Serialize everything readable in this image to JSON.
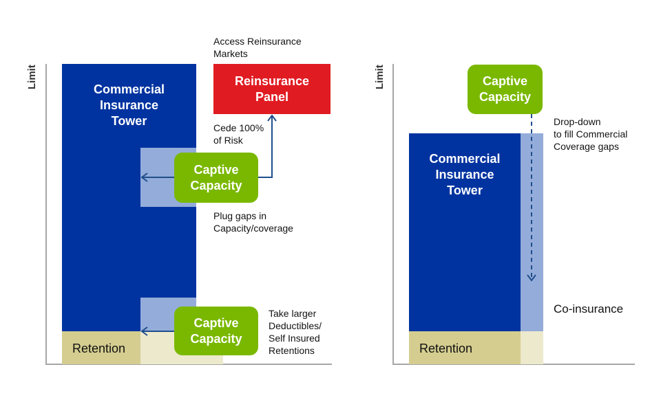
{
  "colors": {
    "tower": "#0033a0",
    "gap": "#94acd9",
    "retention": "#d4cd8f",
    "retention_light": "#ede9cc",
    "captive": "#7ab800",
    "reinsurance": "#e11b22",
    "connector": "#1f4e8c"
  },
  "left_panel": {
    "axis_label": "Limit",
    "tower_label": "Commercial\nInsurance\nTower",
    "retention_label": "Retention",
    "reinsurance_note": "Access Reinsurance\nMarkets",
    "reinsurance_box": "Reinsurance\nPanel",
    "cede_note": "Cede 100%\nof Risk",
    "captive_top": "Captive\nCapacity",
    "plug_note": "Plug gaps in\nCapacity/coverage",
    "captive_bottom": "Captive\nCapacity",
    "deductible_note": "Take larger\nDeductibles/\nSelf Insured\nRetentions"
  },
  "right_panel": {
    "axis_label": "Limit",
    "captive_box": "Captive\nCapacity",
    "dropdown_note": "Drop-down\nto fill Commercial\nCoverage gaps",
    "tower_label": "Commercial\nInsurance\nTower",
    "coinsurance_label": "Co-insurance",
    "retention_label": "Retention"
  }
}
